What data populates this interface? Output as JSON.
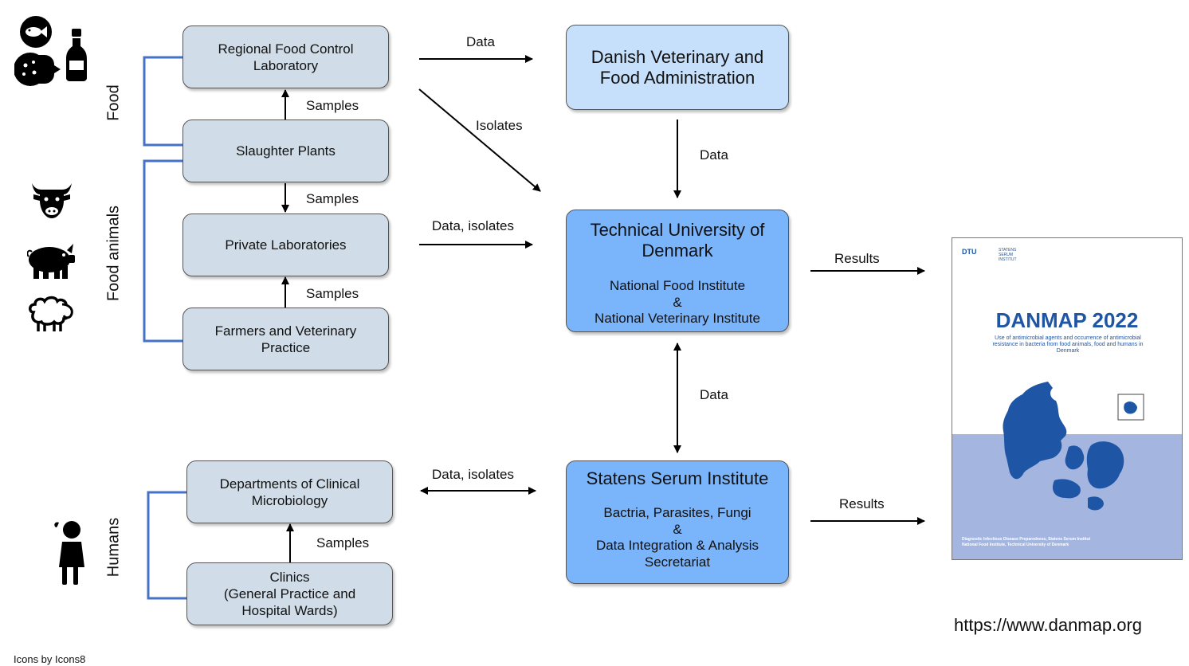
{
  "food_group": {
    "label": "Food",
    "regional_lab": "Regional Food Control\nLaboratory",
    "slaughter_plants": "Slaughter Plants"
  },
  "animal_group": {
    "label": "Food animals",
    "private_labs": "Private Laboratories",
    "farmers": "Farmers and Veterinary\nPractice"
  },
  "human_group": {
    "label": "Humans",
    "clinical_micro": "Departments of Clinical\nMicrobiology",
    "clinics": "Clinics\n(General Practice and\nHospital Wards)"
  },
  "center": {
    "dvfa": "Danish Veterinary and\nFood Administration",
    "dtu_title": "Technical University of\nDenmark",
    "dtu_sub": "National Food Institute\n&\nNational Veterinary Institute",
    "ssi_title": "Statens Serum Institute",
    "ssi_sub": "Bactria, Parasites, Fungi\n&\nData Integration & Analysis\nSecretariat"
  },
  "edges": {
    "samples_1": "Samples",
    "samples_2": "Samples",
    "samples_3": "Samples",
    "samples_4": "Samples",
    "data_top": "Data",
    "isolates": "Isolates",
    "data_isolates_1": "Data, isolates",
    "data_isolates_2": "Data, isolates",
    "data_dvfa_dtu": "Data",
    "data_dtu_ssi": "Data",
    "results_1": "Results",
    "results_2": "Results"
  },
  "report": {
    "dtu_logo": "DTU",
    "ssi_logo": "STATENS\nSERUM\nINSTITUT",
    "title": "DANMAP 2022",
    "subtitle": "Use of antimicrobial agents and occurrence of antimicrobial resistance in bacteria from food animals, food and humans in Denmark",
    "footer": "Diagnostic Infectious Disease Preparedness, Statens Serum Institut\nNational Food Institute, Technical University of Denmark"
  },
  "url": "https://www.danmap.org",
  "credit": "Icons by Icons8",
  "icons": [
    "fish-icon",
    "sausage-icon",
    "bottle-icon",
    "cow-icon",
    "pig-icon",
    "sheep-icon",
    "child-icon"
  ],
  "colors": {
    "grey_box": "#d0dde8",
    "light_box": "#c6e0fb",
    "mid_box": "#7ab4fa",
    "bracket": "#4472c4",
    "report_blue": "#1e55a5"
  }
}
